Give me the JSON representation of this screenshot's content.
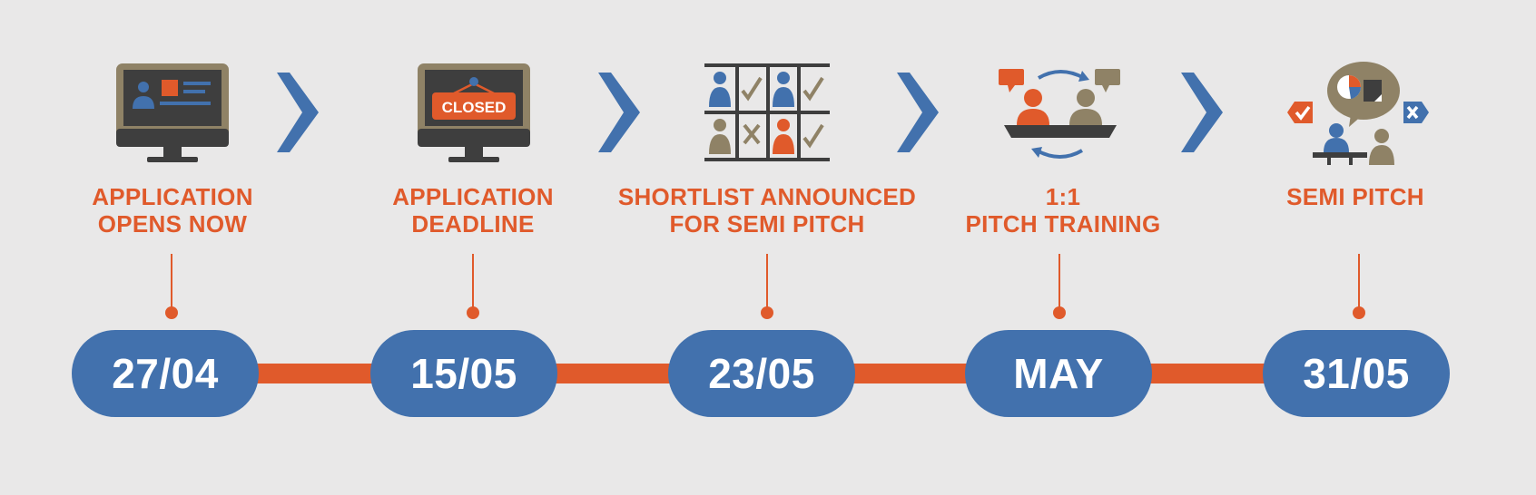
{
  "colors": {
    "background": "#e9e8e8",
    "accent_orange": "#e05a2b",
    "accent_blue": "#4271ad",
    "icon_dark": "#3e3e3e",
    "icon_tan": "#8f8266"
  },
  "steps": [
    {
      "label_lines": [
        "APPLICATION",
        "OPENS NOW"
      ],
      "date": "27/04",
      "icon": "monitor-presentation-icon"
    },
    {
      "label_lines": [
        "APPLICATION",
        "DEADLINE"
      ],
      "date": "15/05",
      "icon": "monitor-closed-sign-icon",
      "icon_text": "CLOSED"
    },
    {
      "label_lines": [
        "SHORTLIST ANNOUNCED",
        "FOR SEMI PITCH"
      ],
      "date": "23/05",
      "icon": "shortlist-grid-icon"
    },
    {
      "label_lines": [
        "1:1",
        "PITCH TRAINING"
      ],
      "date": "MAY",
      "icon": "pitch-training-icon"
    },
    {
      "label_lines": [
        "SEMI PITCH"
      ],
      "date": "31/05",
      "icon": "semi-pitch-icon"
    }
  ]
}
